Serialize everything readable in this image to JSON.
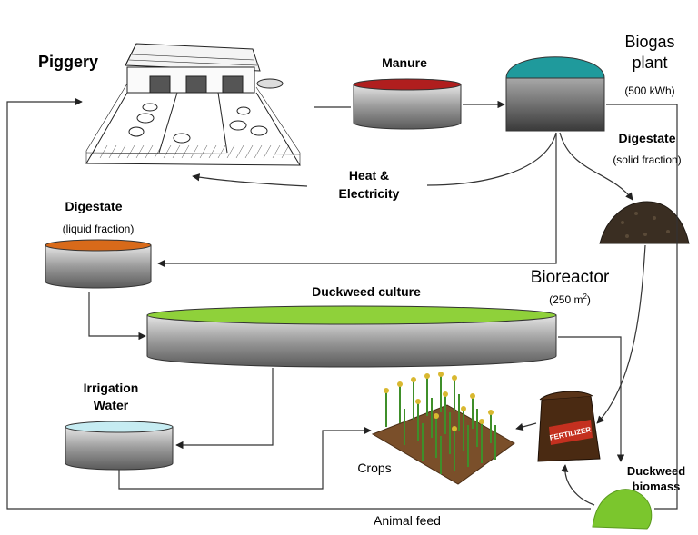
{
  "labels": {
    "piggery": "Piggery",
    "manure": "Manure",
    "biogas_line1": "Biogas",
    "biogas_line2": "plant",
    "biogas_capacity": "(500 kWh)",
    "digestate_solid_title": "Digestate",
    "digestate_solid_sub": "(solid fraction)",
    "heat_line1": "Heat &",
    "heat_line2": "Electricity",
    "digestate_liquid_title": "Digestate",
    "digestate_liquid_sub": "(liquid fraction)",
    "bioreactor": "Bioreactor",
    "bioreactor_size": "(250 m",
    "bioreactor_size_sup": "2",
    "bioreactor_size_end": ")",
    "duckweed_culture": "Duckweed culture",
    "irrigation_line1": "Irrigation",
    "irrigation_line2": "Water",
    "crops": "Crops",
    "fertilizer_tag": "FERTILIZER",
    "duckweed_line1": "Duckweed",
    "duckweed_line2": "biomass",
    "animal_feed": "Animal feed"
  },
  "colors": {
    "manure_liquid": "#b01e1e",
    "biogas_dome": "#1f9a9c",
    "digestate_liquid": "#d86a1a",
    "duckweed_culture": "#8fd13a",
    "irrigation_water": "#c6ecf2",
    "duckweed_biomass": "#7bc62d",
    "compost": "#3a2e22",
    "sack": "#4a2a12"
  }
}
